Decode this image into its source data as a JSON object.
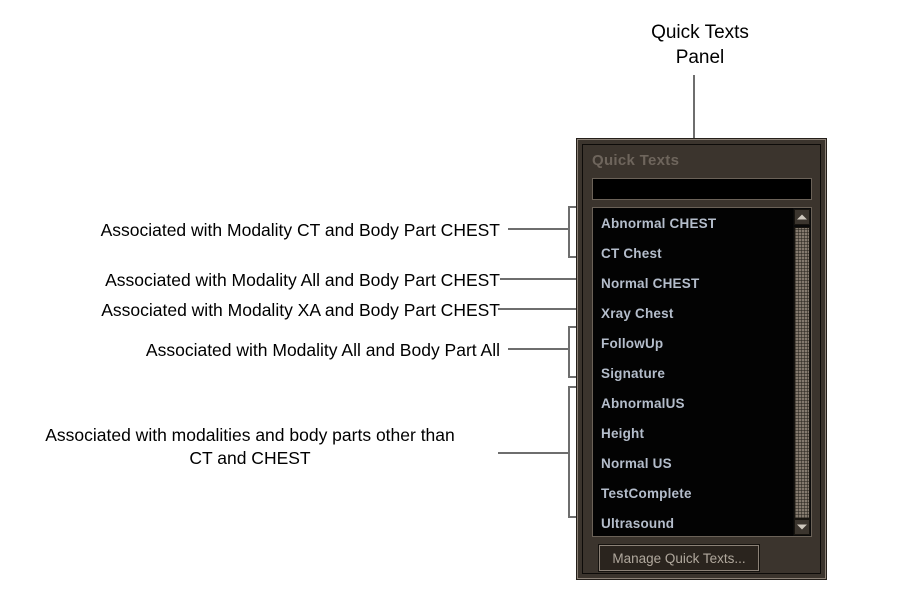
{
  "callout": {
    "title": "Quick Texts\nPanel"
  },
  "annotations": [
    {
      "id": "annot-ct-chest",
      "text": "Associated with Modality CT and Body Part CHEST",
      "targets": [
        "Abnormal CHEST",
        "CT Chest"
      ]
    },
    {
      "id": "annot-all-chest",
      "text": "Associated with Modality All and Body Part CHEST",
      "targets": [
        "Normal CHEST"
      ]
    },
    {
      "id": "annot-xa-chest",
      "text": "Associated with Modality XA and Body Part CHEST",
      "targets": [
        "Xray Chest"
      ]
    },
    {
      "id": "annot-all-all",
      "text": "Associated with Modality All and Body Part All",
      "targets": [
        "FollowUp",
        "Signature"
      ]
    },
    {
      "id": "annot-other",
      "text": "Associated with modalities and body parts other than\nCT and CHEST",
      "targets": [
        "AbnormalUS",
        "Height",
        "Normal US",
        "TestComplete",
        "Ultrasound"
      ]
    }
  ],
  "panel": {
    "header": "Quick Texts",
    "search": {
      "value": "",
      "placeholder": ""
    },
    "list": {
      "items": [
        {
          "label": "Abnormal CHEST"
        },
        {
          "label": "CT Chest"
        },
        {
          "label": "Normal CHEST"
        },
        {
          "label": "Xray Chest"
        },
        {
          "label": "FollowUp"
        },
        {
          "label": "Signature"
        },
        {
          "label": "AbnormalUS"
        },
        {
          "label": "Height"
        },
        {
          "label": "Normal US"
        },
        {
          "label": "TestComplete"
        },
        {
          "label": "Ultrasound"
        }
      ],
      "scrollbar": {
        "up_icon": "triangle-up-icon",
        "down_icon": "triangle-down-icon",
        "thumb_position_percent": 0
      }
    },
    "manage_button": {
      "label": "Manage Quick Texts..."
    }
  },
  "colors": {
    "panel_background": "#3b342d",
    "panel_border": "#8b8177",
    "list_background": "#030303",
    "list_text": "#b4bdcb",
    "header_text": "#6e655c",
    "leader_line": "#6e6e6e",
    "annotation_text": "#000000",
    "page_background": "#ffffff"
  }
}
